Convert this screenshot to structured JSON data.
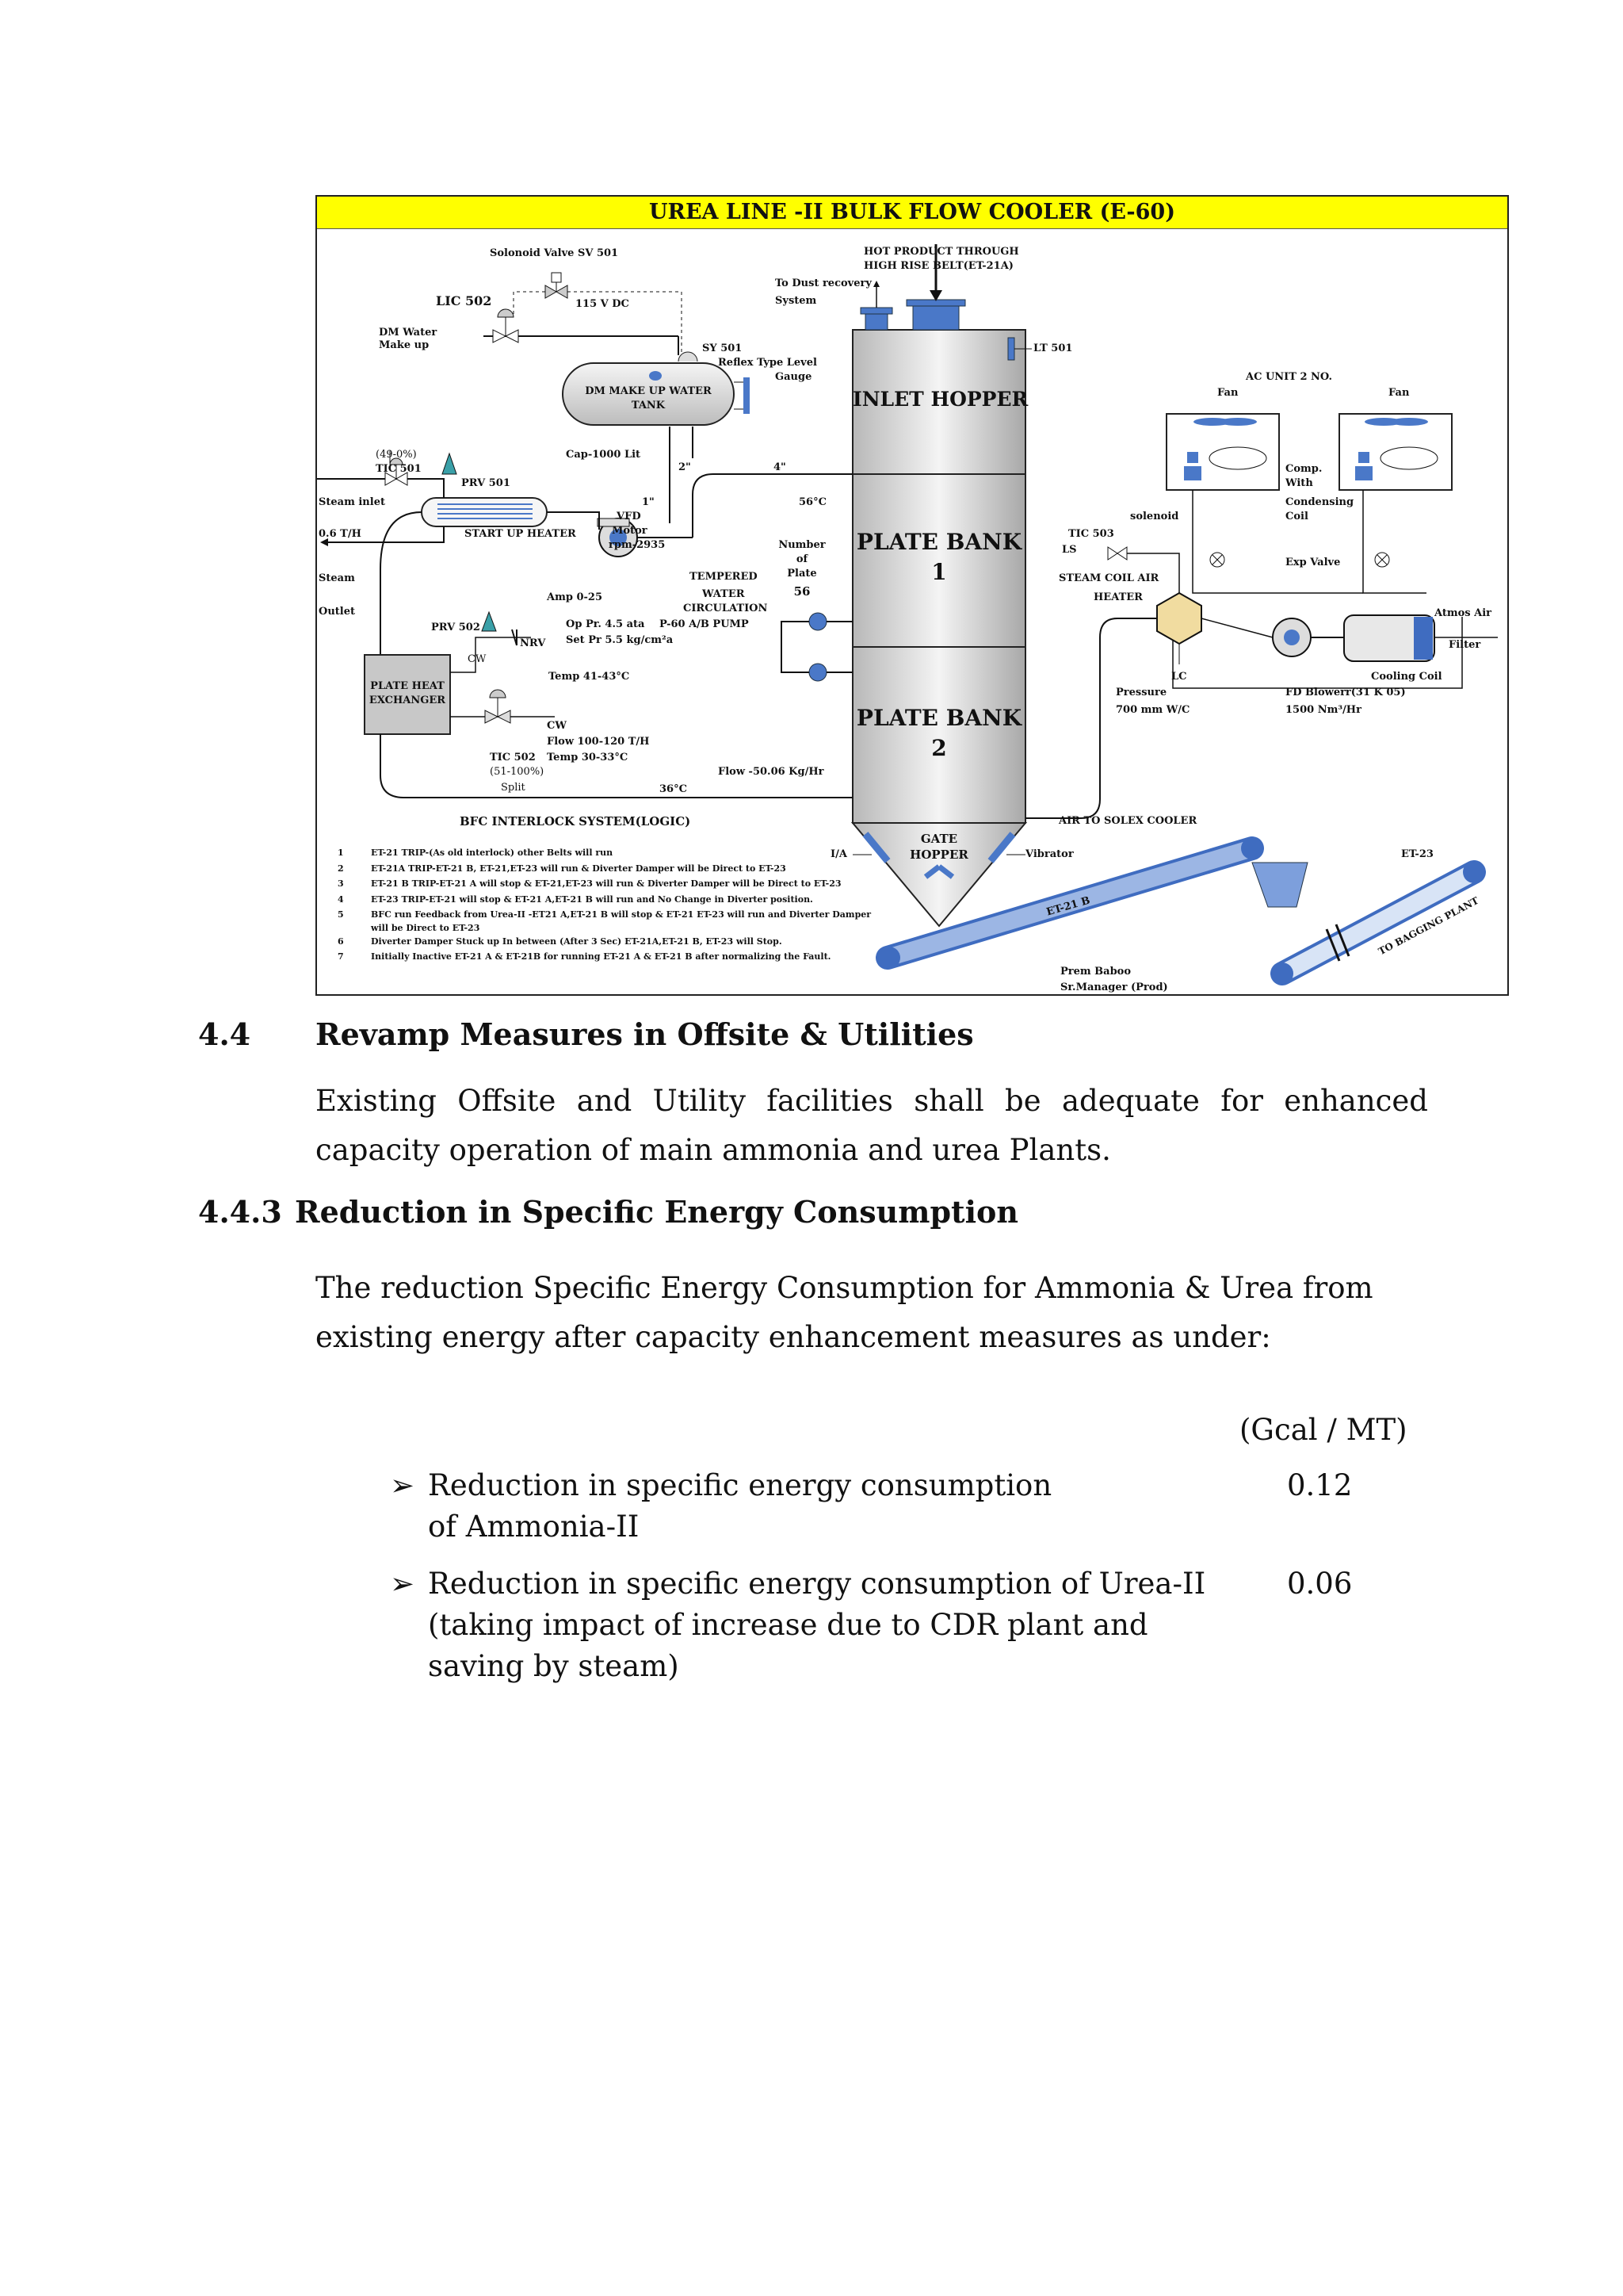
{
  "diagram": {
    "title": "UREA LINE -II BULK FLOW COOLER (E-60)",
    "labels": {
      "solenoid_valve": "Solonoid Valve SV 501",
      "v115": "115 V DC",
      "lic502": "LIC 502",
      "dm_water": "DM Water",
      "make_up": "Make up",
      "dust1": "To Dust recovery",
      "dust2": "System",
      "hot1": "HOT PRODUCT THROUGH",
      "hot2": "HIGH RISE BELT(ET-21A)",
      "lt501": "LT 501",
      "sy501": "SY 501",
      "reflex1": "Reflex Type Level",
      "reflex2": "Gauge",
      "dm_tank1": "DM MAKE UP WATER",
      "dm_tank2": "TANK",
      "cap": "Cap-1000 Lit",
      "in2": "2\"",
      "in4": "4\"",
      "in1": "1\"",
      "vfd1": "VFD",
      "vfd2": "Motor",
      "vfd3": "rpm-2935",
      "range1": "(49-0%)",
      "tic501": "TIC 501",
      "prv501": "PRV 501",
      "steam_inlet": "Steam inlet",
      "flow06": "0.6 T/H",
      "startup": "START UP HEATER",
      "c56": "56°C",
      "num1": "Number",
      "num2": "of",
      "num3": "Plate",
      "num4": "56",
      "tempered": "TEMPERED",
      "water": "WATER",
      "circulation": "CIRCULATION",
      "pump": "P-60 A/B   PUMP",
      "amp": "Amp 0-25",
      "op": "Op Pr. 4.5 ata",
      "setpr": "Set Pr  5.5 kg/cm²a",
      "steam": "Steam",
      "outlet": "Outlet",
      "prv502": "PRV 502",
      "nrv": "NRV",
      "cw1": "CW",
      "temp41": "Temp 41-43°C",
      "phe1": "PLATE HEAT",
      "phe2": "EXCHANGER",
      "cw2": "CW",
      "flow100": "Flow 100-120 T/H",
      "tic502": "TIC 502",
      "temp30": "Temp 30-33°C",
      "range2": "(51-100%)",
      "split": "Split",
      "c36": "36°C",
      "flow50": "Flow -50.06 Kg/Hr",
      "inlet_hopper": "INLET HOPPER",
      "pb1a": "PLATE BANK",
      "pb1b": "1",
      "pb2a": "PLATE BANK",
      "pb2b": "2",
      "gate1": "GATE",
      "gate2": "HOPPER",
      "ia": "I/A",
      "vibrator": "Vibrator",
      "ac_unit": "AC UNIT 2 NO.",
      "fan1": "Fan",
      "fan2": "Fan",
      "comp1": "Comp.",
      "comp2": "With",
      "comp3": "Condensing",
      "comp4": "Coil",
      "solenoid": "solenoid",
      "tic503": "TIC 503",
      "ls": "LS",
      "exp": "Exp Valve",
      "steam_coil1": "STEAM COIL AIR",
      "steam_coil2": "HEATER",
      "atmos": "Atmos Air",
      "filter": "Filter",
      "cooling": "Cooling Coil",
      "lc": "LC",
      "pressure1": "Pressure",
      "pressure2": "700 mm W/C",
      "fd1": "FD Blowerr(31 K 05)",
      "fd2": "1500 Nm³/Hr",
      "air_solex": "AIR TO SOLEX COOLER",
      "bfc": "BFC INTERLOCK SYSTEM(LOGIC)",
      "et23": "ET-23",
      "et218": "ET-21 B",
      "bagging": "TO BAGGING PLANT",
      "prem1": "Prem Baboo",
      "prem2": "Sr.Manager (Prod)"
    },
    "logic": [
      {
        "n": "1",
        "t": "ET-21 TRIP-(As old interlock) other Belts will run"
      },
      {
        "n": "2",
        "t": "ET-21A TRIP-ET-21 B, ET-21,ET-23 will run & Diverter Damper will be Direct to ET-23"
      },
      {
        "n": "3",
        "t": "ET-21 B TRIP-ET-21 A will stop & ET-21,ET-23 will run & Diverter Damper will be Direct to ET-23"
      },
      {
        "n": "4",
        "t": "ET-23  TRIP-ET-21 will stop & ET-21 A,ET-21 B will run and No Change in Diverter position."
      },
      {
        "n": "5",
        "t": "BFC run Feedback from Urea-II -ET21 A,ET-21 B will stop & ET-21 ET-23 will run and Diverter Damper"
      },
      {
        "n": "",
        "t": "will be Direct to ET-23"
      },
      {
        "n": "6",
        "t": "Diverter Damper Stuck up In between (After 3 Sec) ET-21A,ET-21 B, ET-23 will Stop."
      },
      {
        "n": "7",
        "t": "Initially Inactive ET-21 A & ET-21B  for running ET-21 A & ET-21 B after normalizing the Fault."
      }
    ]
  },
  "section_44": {
    "number": "4.4",
    "title": "Revamp Measures in Offsite & Utilities",
    "body": "Existing Offsite and Utility facilities shall be adequate for enhanced capacity operation of main ammonia and urea Plants."
  },
  "section_443": {
    "number": "4.4.3",
    "title": "Reduction in Specific Energy Consumption",
    "body": "The reduction Specific Energy Consumption for Ammonia & Urea from existing energy after capacity enhancement measures as under:",
    "unit": "(Gcal / MT)",
    "items": [
      {
        "text": "Reduction in specific energy consumption of Ammonia-II",
        "value": "0.12"
      },
      {
        "text": "Reduction in specific energy  consumption of  Urea-II (taking impact of increase due to  CDR plant and saving by steam)",
        "value": "0.06"
      }
    ]
  }
}
